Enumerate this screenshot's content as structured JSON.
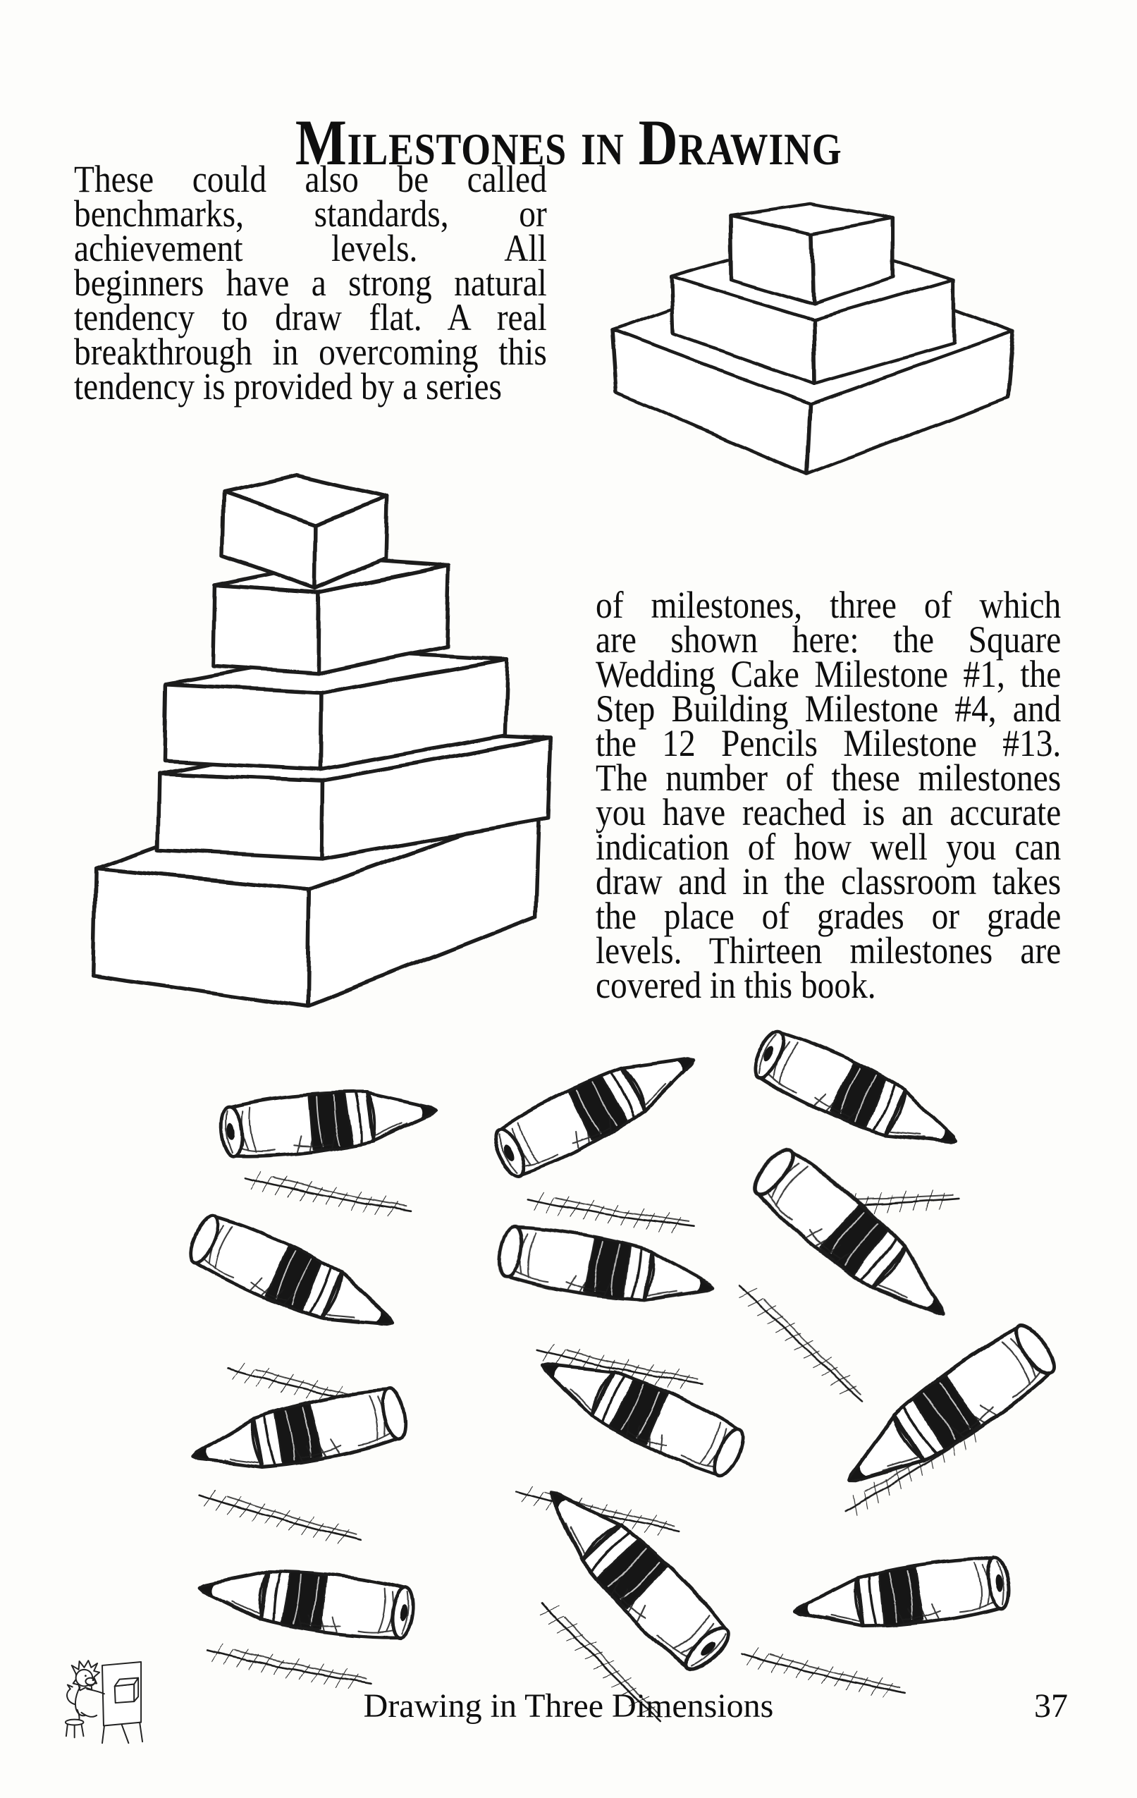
{
  "page": {
    "title": "Milestones in Drawing",
    "intro_paragraph": {
      "lines": [
        "These could also be called",
        "benchmarks, standards, or",
        "achievement levels. All",
        "beginners have a strong natural",
        "tendency to draw flat. A real",
        "breakthrough in overcoming this",
        "tendency is provided by a series"
      ]
    },
    "milestones_paragraph": {
      "lines": [
        "of milestones, three of which",
        "are shown here: the Square",
        "Wedding Cake Milestone #1, the",
        "Step Building Milestone #4, and",
        "the 12 Pencils Milestone #13.",
        "The number of these milestones",
        "you have reached is an accurate",
        "indication of how well you can",
        "draw and in the classroom takes",
        "the place of grades or grade",
        "levels. Thirteen milestones are",
        "covered in this book."
      ]
    },
    "figures": {
      "wedding_cake_alt": "Square Wedding Cake Milestone sketch - three stacked boxes",
      "step_building_alt": "Step Building Milestone sketch - five corner steps",
      "pencils_alt": "12 Pencils Milestone sketch - twelve stubby pencils at different angles",
      "pencil_count": "12",
      "mascot_alt": "Cartoon lion artist drawing a box at an easel"
    },
    "footer": {
      "chapter_title": "Drawing in Three Dimensions",
      "page_number": "37"
    }
  }
}
